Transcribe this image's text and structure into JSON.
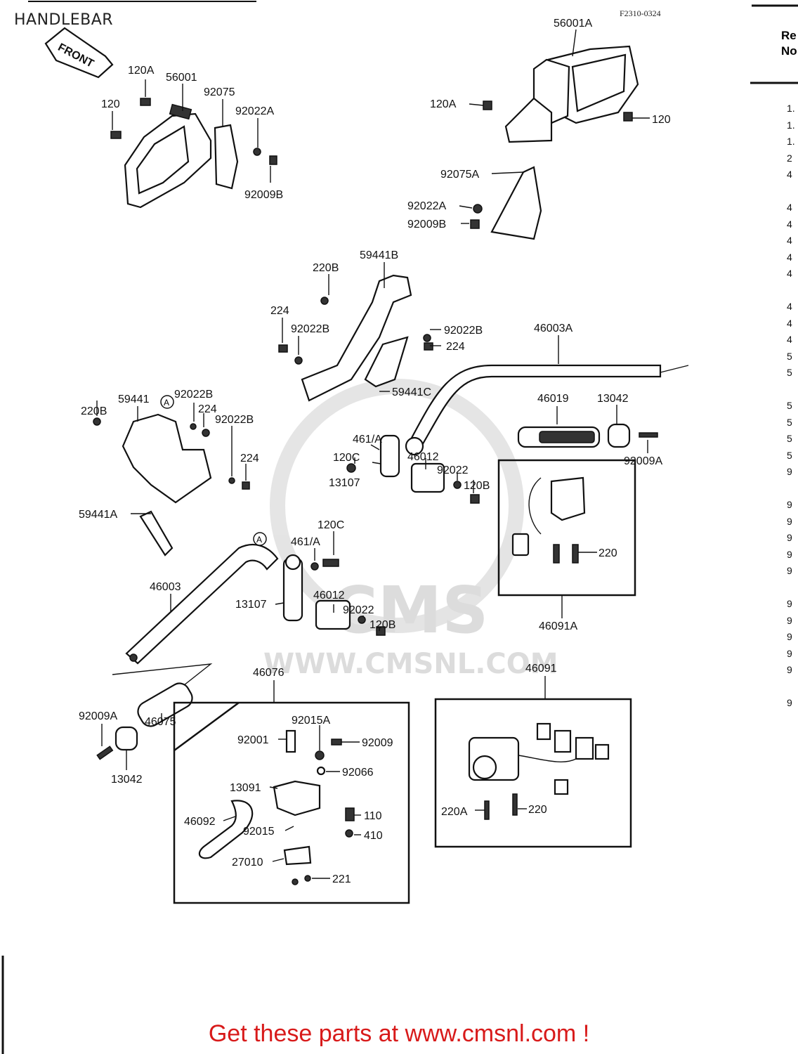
{
  "page": {
    "title": "HANDLEBAR",
    "diagram_code": "F2310-0324",
    "ref_header": [
      "Re",
      "No"
    ],
    "ref_numbers": [
      "1.",
      "1.",
      "1.",
      "2",
      "4",
      "4",
      "4",
      "4",
      "4",
      "4",
      "4",
      "4",
      "4",
      "5",
      "5",
      "5",
      "5",
      "5",
      "5",
      "9",
      "9",
      "9",
      "9",
      "9",
      "9",
      "9",
      "9",
      "9",
      "9",
      "9",
      "9"
    ],
    "footer": "Get these parts at www.cmsnl.com !"
  },
  "watermark": {
    "text1": "CMS",
    "text2": "WWW.CMSNL.COM"
  },
  "front_arrow": {
    "label": "FRONT"
  },
  "callouts": [
    "120A",
    "56001",
    "120",
    "92075",
    "92022A",
    "92009B",
    "56001A",
    "120A",
    "120",
    "92075A",
    "92022A",
    "92009B",
    "220B",
    "59441B",
    "224",
    "92022B",
    "92022B",
    "224",
    "59441C",
    "46003A",
    "59441",
    "220B",
    "92022B",
    "224",
    "92022B",
    "224",
    "59441A",
    "46019",
    "13042",
    "92009A",
    "461/A",
    "120C",
    "13107",
    "46012",
    "92022",
    "120B",
    "220",
    "46091A",
    "120C",
    "461/A",
    "46003",
    "13107",
    "46012",
    "92022",
    "120B",
    "46076",
    "46091",
    "92009A",
    "46075",
    "13042",
    "92015A",
    "92001",
    "92009",
    "92066",
    "13091",
    "110",
    "46092",
    "92015",
    "410",
    "27010",
    "221",
    "220A",
    "220"
  ]
}
